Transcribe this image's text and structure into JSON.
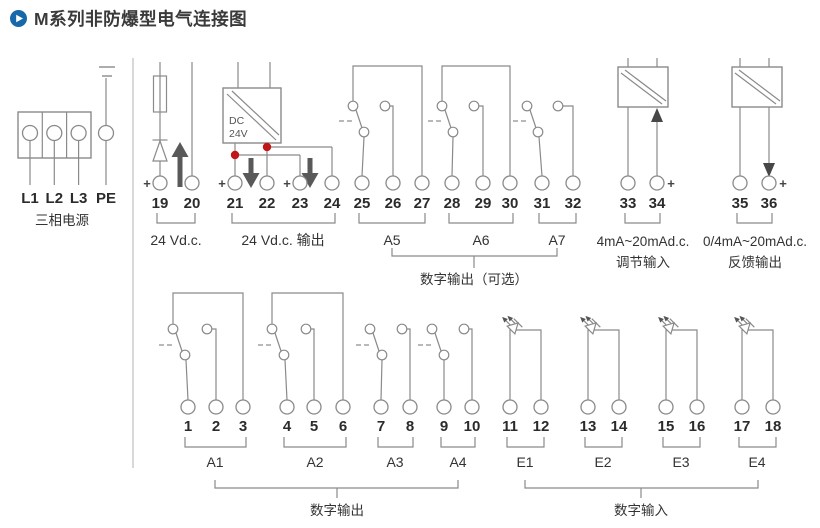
{
  "title": {
    "text": "M系列非防爆型电气连接图"
  },
  "plus": "+",
  "power": {
    "terminals": [
      "L1",
      "L2",
      "L3",
      "PE"
    ],
    "label": "三相电源"
  },
  "psu": {
    "line1": "DC",
    "line2": "24V"
  },
  "top": {
    "vdc": {
      "terminals": [
        "19",
        "20"
      ],
      "label": "24 Vd.c."
    },
    "vdc_out": {
      "terminals": [
        "21",
        "22",
        "23",
        "24"
      ],
      "label": "24 Vd.c. 输出"
    },
    "a5": {
      "terminals": [
        "25",
        "26",
        "27"
      ],
      "label": "A5"
    },
    "a6": {
      "terminals": [
        "28",
        "29",
        "30"
      ],
      "label": "A6"
    },
    "a7": {
      "terminals": [
        "31",
        "32"
      ],
      "label": "A7"
    },
    "mod_in": {
      "terminals": [
        "33",
        "34"
      ],
      "label1": "4mA~20mAd.c.",
      "label2": "调节输入"
    },
    "fb_out": {
      "terminals": [
        "35",
        "36"
      ],
      "label1": "0/4mA~20mAd.c.",
      "label2": "反馈输出"
    }
  },
  "bottom": {
    "a1": {
      "terminals": [
        "1",
        "2",
        "3"
      ],
      "label": "A1"
    },
    "a2": {
      "terminals": [
        "4",
        "5",
        "6"
      ],
      "label": "A2"
    },
    "a3": {
      "terminals": [
        "7",
        "8"
      ],
      "label": "A3"
    },
    "a4": {
      "terminals": [
        "9",
        "10"
      ],
      "label": "A4"
    },
    "e1": {
      "terminals": [
        "11",
        "12"
      ],
      "label": "E1"
    },
    "e2": {
      "terminals": [
        "13",
        "14"
      ],
      "label": "E2"
    },
    "e3": {
      "terminals": [
        "15",
        "16"
      ],
      "label": "E3"
    },
    "e4": {
      "terminals": [
        "17",
        "18"
      ],
      "label": "E4"
    }
  },
  "ann": {
    "digital_out_optional": "数字输出（可选）",
    "digital_out": "数字输出",
    "digital_in": "数字输入"
  },
  "colors": {
    "wire": "#8a8a8a",
    "text": "#333333",
    "accent_blue": "#1768ab",
    "junction_red": "#c01818",
    "arrow": "#595959"
  }
}
